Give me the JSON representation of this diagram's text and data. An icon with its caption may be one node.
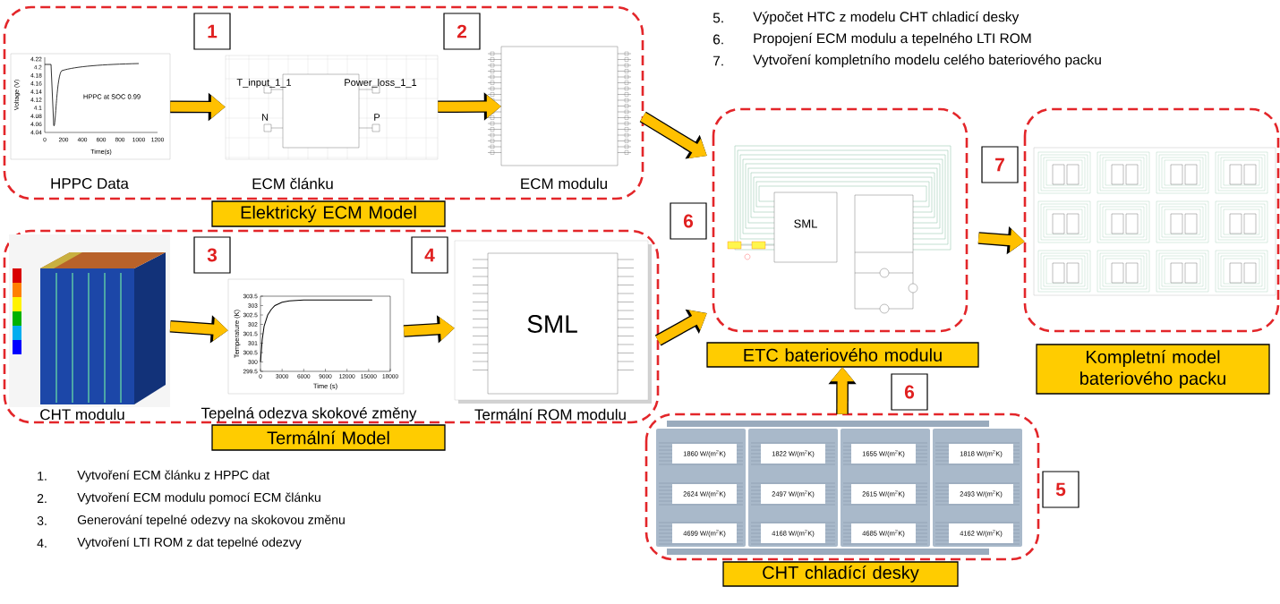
{
  "diagram": {
    "nodes": [
      {
        "text": [
          "Elektrický ECM Model"
        ]
      },
      {
        "text": [
          "1"
        ],
        "in": 0
      },
      {
        "text": [
          "2"
        ],
        "in": 0
      },
      {
        "text": [],
        "shape": "picture",
        "beside": [
          "HPPC Data"
        ],
        "in": 0
      },
      {
        "text": [],
        "shape": "picture",
        "beside": [
          "ECM článku"
        ],
        "in": 0
      },
      {
        "text": [],
        "shape": "box",
        "beside": [
          "ECM modulu"
        ],
        "in": 0
      },
      {
        "text": [
          "Termální Model"
        ]
      },
      {
        "text": [
          "3"
        ],
        "in": 6
      },
      {
        "text": [
          "4"
        ],
        "in": 6
      },
      {
        "text": [],
        "shape": "picture",
        "beside": [
          "CHT modulu"
        ],
        "in": 6
      },
      {
        "text": [],
        "shape": "box",
        "beside": [
          "Tepelná odezva skokové změny"
        ],
        "in": 6
      },
      {
        "text": [],
        "shape": "picture",
        "beside": [
          "Termální ROM modulu"
        ],
        "in": 6
      },
      {
        "text": [
          "6"
        ]
      },
      {
        "text": [
          "ETC bateriového modulu"
        ]
      },
      {
        "text": [
          "7"
        ]
      },
      {
        "text": [
          "Kompletní model bateriového packu"
        ]
      },
      {
        "text": [
          "6"
        ]
      },
      {
        "text": [
          "CHT chladící desky"
        ]
      },
      {
        "text": [
          "5"
        ]
      }
    ],
    "edges": [
      {
        "from": 3,
        "to": 4,
        "arrow": "to"
      },
      {
        "from": 4,
        "to": 5,
        "arrow": "to"
      },
      {
        "from": 0,
        "to": 13,
        "arrow": "to"
      },
      {
        "from": 9,
        "to": 10,
        "arrow": "to"
      },
      {
        "from": 10,
        "to": 11,
        "arrow": "to"
      },
      {
        "from": 6,
        "to": 13,
        "arrow": "to"
      },
      {
        "from": 17,
        "to": 13,
        "arrow": "to"
      },
      {
        "from": 13,
        "to": 15,
        "arrow": "to"
      }
    ],
    "labels": [
      "5.",
      "Výpočet HTC z modelu CHT chladicí desky",
      "6.",
      "Propojení ECM modulu a tepelného LTI ROM",
      "7.",
      "Vytvoření kompletního modelu celého bateriového packu",
      "T_input_1_1",
      "Power_loss_1_1",
      "N",
      "P",
      "HPPC at SOC 0.99",
      "Voltage (V)",
      "Time(s)",
      "0",
      "200",
      "400",
      "600",
      "800",
      "1000",
      "1200",
      "4.22",
      "4.2",
      "4.18",
      "4.16",
      "4.14",
      "4.12",
      "4.1",
      "4.08",
      "4.06",
      "4.04",
      "SML",
      "SML",
      "1860 W/(m$^{2}$K)",
      "1822 W/(m$^{2}$K)",
      "1655 W/(m$^{2}$K)",
      "1818 W/(m$^{2}$K)",
      "2624 W/(m$^{2}$K)",
      "2497 W/(m$^{2}$K)",
      "2615 W/(m$^{2}$K)",
      "2493 W/(m$^{2}$K)",
      "4699 W/(m$^{2}$K)",
      "4168 W/(m$^{2}$K)",
      "4685 W/(m$^{2}$K)",
      "4162 W/(m$^{2}$K)",
      "1.",
      "Vytvoření ECM článku z HPPC dat",
      "2.",
      "Vytvoření ECM modulu pomocí ECM článku",
      "3.",
      "Generování tepelné odezvy na skokovou změnu",
      "4.",
      "Vytvoření LTI ROM z dat tepelné odezvy"
    ],
    "chart_data": {
      "type": "line",
      "xlabel": "Time (s)",
      "ylabel": "Temperature (K)",
      "x": [
        0,
        250,
        500,
        1000,
        1500,
        2000,
        3000,
        4000,
        6000,
        9000,
        12000,
        15500
      ],
      "series": [
        {
          "color": "#000000",
          "values": [
            300,
            301.2,
            301.9,
            302.5,
            302.8,
            303.0,
            303.18,
            303.25,
            303.3,
            303.3,
            303.3,
            303.3
          ]
        }
      ],
      "xlim": [
        0,
        18000
      ],
      "ylim": [
        299.5,
        303.5
      ],
      "xticks": [
        0,
        3000,
        6000,
        9000,
        12000,
        15000,
        18000
      ],
      "yticks": [
        299.5,
        300,
        300.5,
        301,
        301.5,
        302,
        302.5,
        303,
        303.5
      ]
    }
  }
}
